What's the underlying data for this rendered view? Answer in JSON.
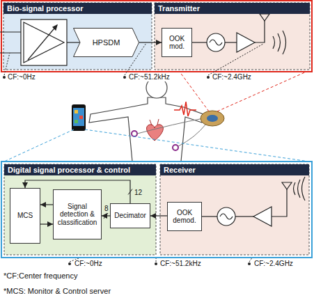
{
  "diagram": {
    "nodes": [
      {
        "text": [
          "Bio-signal processor"
        ]
      },
      {
        "text": [
          "HPSDM"
        ],
        "in": 0
      },
      {
        "text": [
          "Transmitter"
        ]
      },
      {
        "text": [
          "OOK mod."
        ],
        "in": 2
      },
      {
        "text": [
          "Digital signal processor & control"
        ]
      },
      {
        "text": [
          "MCS"
        ],
        "in": 4
      },
      {
        "text": [
          "Signal detection & classification"
        ],
        "in": 4
      },
      {
        "text": [
          "Decimator"
        ],
        "in": 4
      },
      {
        "text": [
          "Receiver"
        ]
      },
      {
        "text": [
          "OOK demod."
        ],
        "in": 8
      }
    ],
    "edges": [
      {
        "from": 1,
        "to": 3,
        "arrow": "to"
      },
      {
        "from": 9,
        "to": 7,
        "arrow": "to"
      },
      {
        "from": 7,
        "to": 6,
        "label": "8",
        "arrow": "to"
      },
      {
        "from": 6,
        "to": 5,
        "arrow": "to"
      },
      {
        "from": 5,
        "to": 6,
        "arrow": "to"
      },
      {
        "from": 7,
        "to": 5,
        "label": "12",
        "arrow": "to"
      }
    ],
    "labels": [
      "CF:~0Hz",
      "CF:~51.2kHz",
      "CF:~2.4GHz",
      "CF:~0Hz",
      "CF:~51.2kHz",
      "CF:~2.4GHz",
      "*CF:Center frequency",
      "*MCS: Monitor & Control server"
    ]
  }
}
